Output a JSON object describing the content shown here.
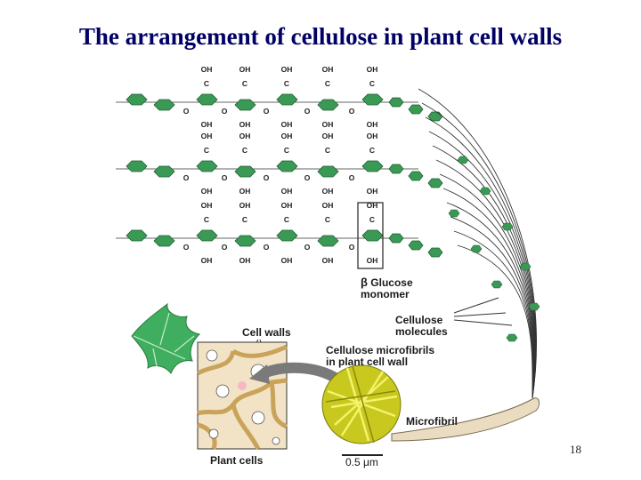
{
  "slide": {
    "title": "The arrangement of cellulose in plant cell walls",
    "page_number": "18"
  },
  "labels": {
    "glucose_symbol": "β",
    "glucose_line1": "Glucose",
    "glucose_line2": "monomer",
    "cellulose_mol_line1": "Cellulose",
    "cellulose_mol_line2": "molecules",
    "microfibrils_line1": "Cellulose microfibrils",
    "microfibrils_line2": "in plant cell wall",
    "cell_walls": "Cell walls",
    "microfibril": "Microfibril",
    "plant_cells": "Plant cells",
    "scale_bar": "0.5 μm"
  },
  "chem": {
    "oh": "OH",
    "c": "C",
    "o": "O"
  },
  "colors": {
    "title": "#000066",
    "ring_fill": "#3a9a55",
    "leaf": "#3fae5f",
    "arrow": "#777777",
    "microfibril_disc": "#c8c81e",
    "cell_box": "#f2e3c6"
  }
}
